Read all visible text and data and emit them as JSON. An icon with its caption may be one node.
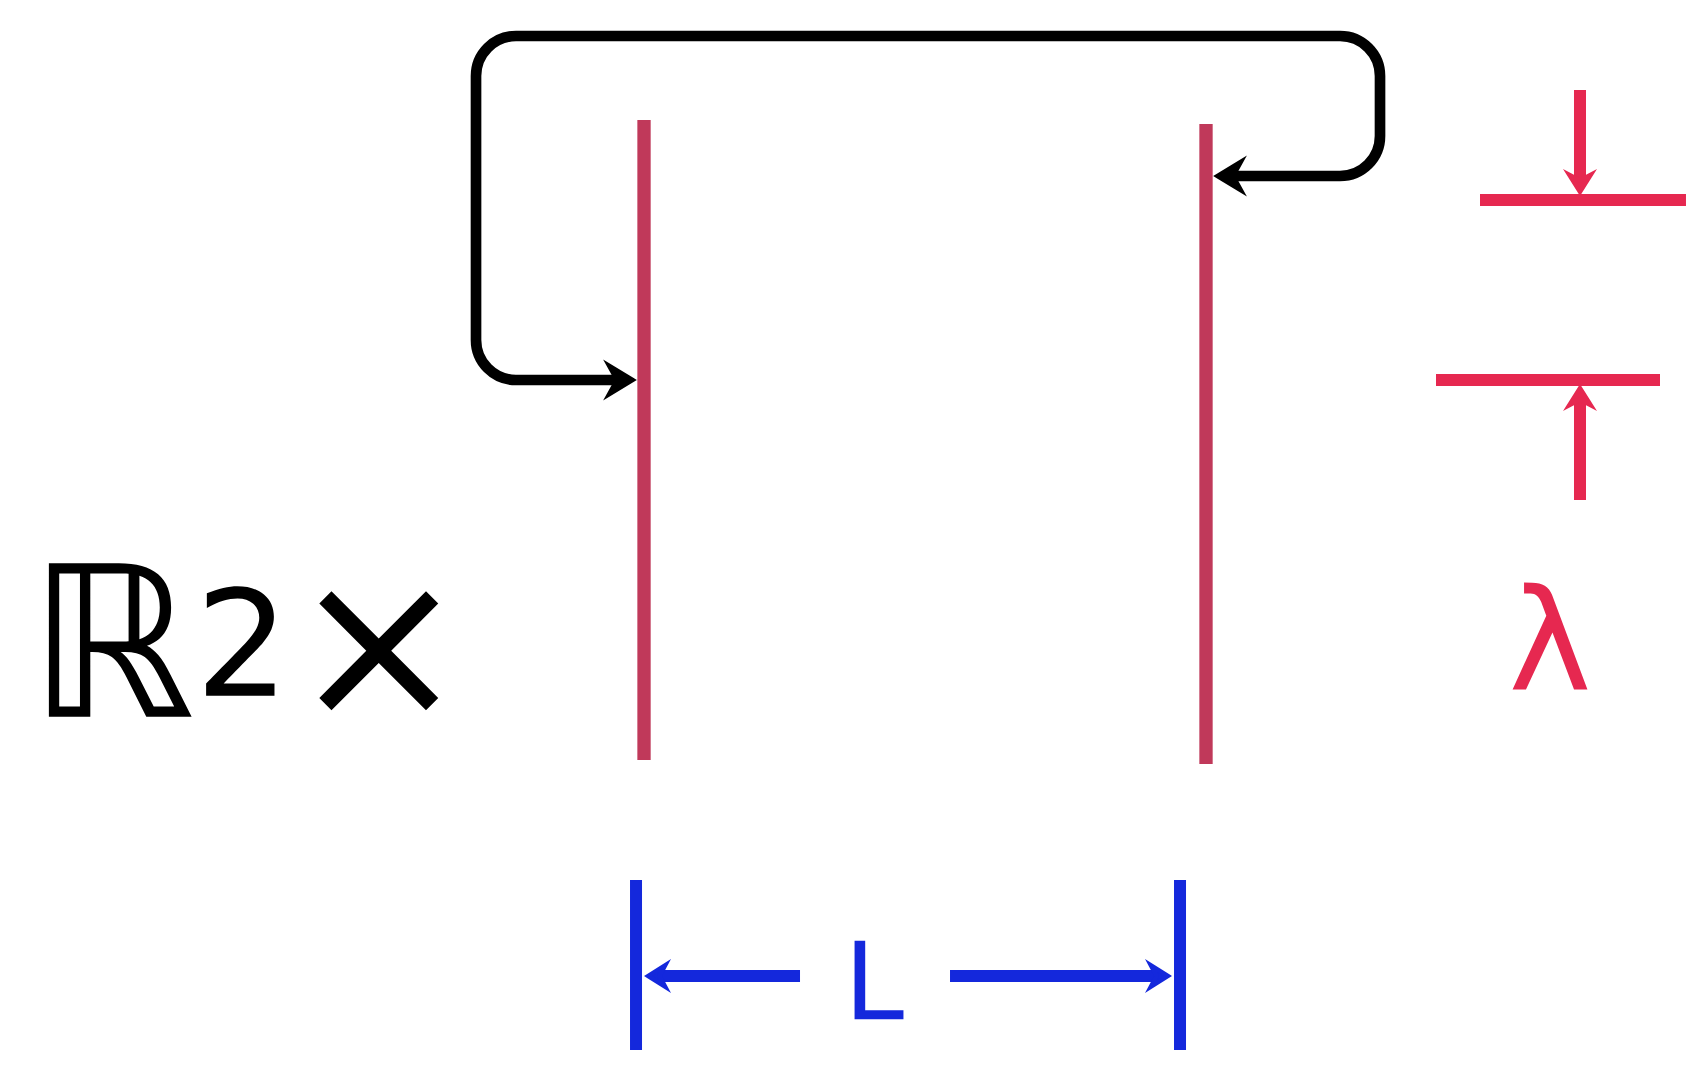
{
  "diagram": {
    "nodes": [
      {
        "text": [],
        "shape": "bar"
      },
      {
        "text": [],
        "shape": "bar"
      }
    ],
    "edges": [
      {
        "from": 1,
        "to": 0,
        "arrow": "both"
      }
    ],
    "labels": [
      "ℝ$^{2}$×",
      "L",
      "λ"
    ]
  }
}
